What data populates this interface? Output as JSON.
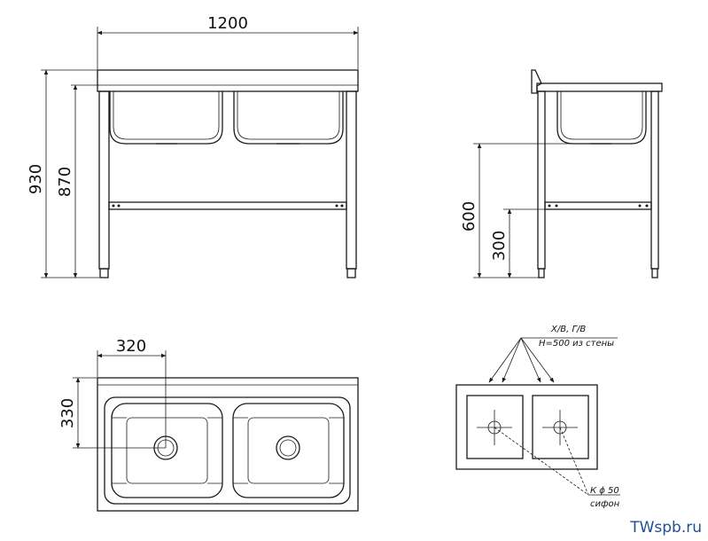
{
  "dimensions": {
    "width_total": "1200",
    "height_total": "930",
    "height_top": "870",
    "side_height_600": "600",
    "side_height_300": "300",
    "plan_width": "320",
    "plan_depth": "330"
  },
  "notes": {
    "water_supply_1": "Х/В, Г/В",
    "water_supply_2": "H=500 из стены",
    "drain_1": "К ϕ 50",
    "drain_2": "сифон"
  },
  "watermark": "TWspb.ru",
  "colors": {
    "line": "#1a1a1a",
    "brand": "#1f4f9a"
  }
}
